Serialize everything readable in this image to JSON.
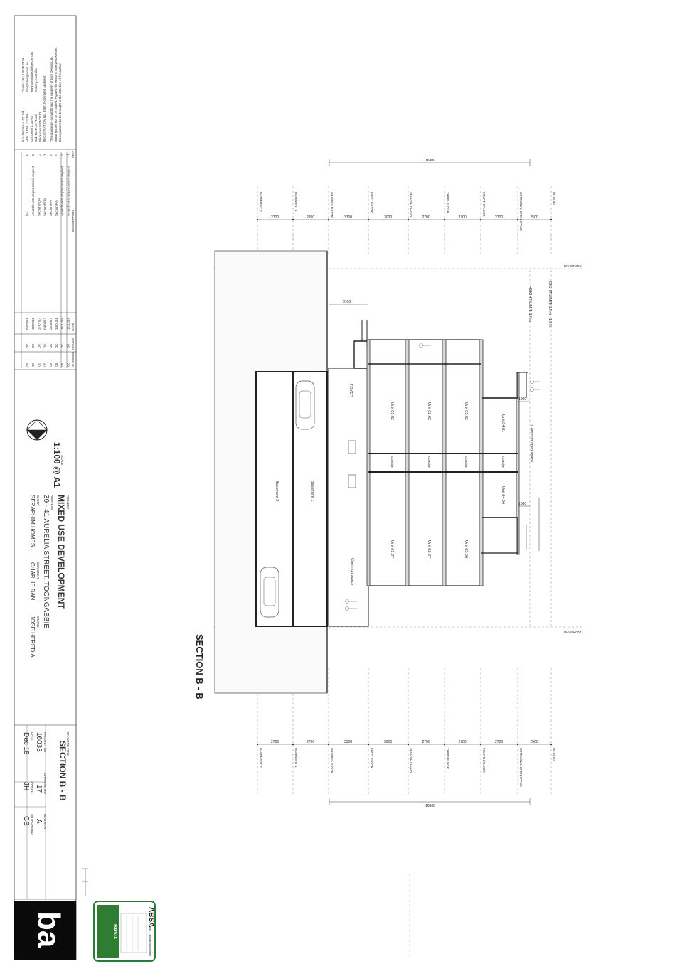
{
  "title_block": {
    "company_lines": [
      "B.A. Nominees Pty Ltd",
      "ABN 11 068 132 360",
      "Ctrl. Level 1, 26-32",
      "Ord. Northern Road",
      "Blacktown NSW 2153",
      "REGISTRATION No. 9957, Nominated Architect"
    ],
    "contact_lines": [
      "Phone: +61 2 8678 7474",
      "info@bdesign.com.au",
      "www.bdesignedoffice.com.au",
      "Sydney, Australia"
    ],
    "copyright_lines": [
      "This drawing is copyright and the property of bam Design Lab.",
      "Drawings are not to be scaled. Figured dimensions take precedence.",
      "Discrepancies to be brought to the attention of the author."
    ],
    "rev_headers": {
      "key": "KEY",
      "description": "DESCRIPTION",
      "date": "DATE",
      "issued": "ISSUED",
      "checked": "CHECKED"
    },
    "revisions": [
      {
        "key": "A",
        "description": "DA",
        "date": "04/09/18",
        "issued": "OK",
        "checked": "CB"
      },
      {
        "key": "B",
        "description": "Amendments as per council request",
        "date": "12/09/18",
        "issued": "OK",
        "checked": "CB"
      },
      {
        "key": "C",
        "description": "Section RDA",
        "date": "27/07/17",
        "issued": "OK",
        "checked": "CB"
      },
      {
        "key": "D",
        "description": "Section RDA",
        "date": "04/08/17",
        "issued": "OK",
        "checked": "CB"
      },
      {
        "key": "E",
        "description": "Section RA",
        "date": "23/10/17",
        "issued": "OK",
        "checked": "CB"
      },
      {
        "key": "F",
        "description": "Section RA",
        "date": "14/01/18",
        "issued": "OK",
        "checked": "CB"
      },
      {
        "key": "G",
        "description": "Amendments as per council request",
        "date": "16/11/18",
        "issued": "OK",
        "checked": "CB"
      },
      {
        "key": "H",
        "description": "Amendments as per council request",
        "date": "10/12/18",
        "issued": "OK",
        "checked": "CB"
      }
    ],
    "scale_label": "SCALE",
    "scale": "1:100 @ A1",
    "project_label": "PROJECT",
    "project": "MIXED USE DEVELOPMENT",
    "address_label": "ADDRESS",
    "address": "39 - 41 AURELIA STREET, TOONGABBIE",
    "client_label": "CLIENT",
    "client": "SERAPHIM HOMES",
    "designer_label": "DESIGNER",
    "designer": "CHARLIE BANI",
    "drawn_label": "DRAWN",
    "drawn": "JOSE HEREDIA",
    "drawing_title_label": "DRAWING TITLE",
    "drawing_title": "SECTION B - B",
    "project_no_label": "PROJECT NO",
    "project_no": "16033",
    "drawing_no_label": "DRAWING NO",
    "drawing_no": "17",
    "revision_label": "REVISION",
    "revision": "A",
    "date_label": "DATE",
    "date": "Dec 18",
    "drawn_by_label": "DRAWN",
    "drawn_by": "JH",
    "authorised_label": "AUTHORISED",
    "authorised": "CB",
    "logo": "ba"
  },
  "section": {
    "title": "SECTION B - B",
    "overall_dim": "16800",
    "dims": [
      "2700",
      "2700",
      "3300",
      "3000",
      "2700",
      "2700",
      "2700",
      "2500"
    ],
    "levels": [
      "BASEMENT 2",
      "BASEMENT 1",
      "GROUND FLOOR",
      "FIRST FLOOR",
      "SECOND FLOOR",
      "THIRD FLOOR",
      "FOURTH FLOOR",
      "COMMUNAL OPEN SPACE",
      "RL 59.90"
    ],
    "boundary_label": "BOUNDARY",
    "height_limit": "HEIGHT LIMIT: 17 m - 10 %",
    "height_limit_2": "HEIGHT LIMIT: 17 m",
    "setback_dim": "3100",
    "balustrade_dim_1": "1000",
    "balustrade_dim_2": "1000",
    "rooms": {
      "foyer": "FOYER",
      "common_space": "Common space",
      "basement_1": "Basement 1",
      "basement_2": "Basement 2",
      "unit_101": "Unit 01.02",
      "unit_102": "Unit 01.07",
      "unit_201": "Unit 02.02",
      "unit_202": "Unit 02.07",
      "unit_301": "Unit 03.02",
      "unit_302": "Unit 03.06",
      "unit_401": "Unit 04.01",
      "unit_402": "Unit 04.04",
      "corridor": "Corridor",
      "common_open_space": "Common open space"
    }
  },
  "basix": {
    "brand": "ABSA",
    "sub": "Class 1 Building Services",
    "badge": "BASIX"
  }
}
